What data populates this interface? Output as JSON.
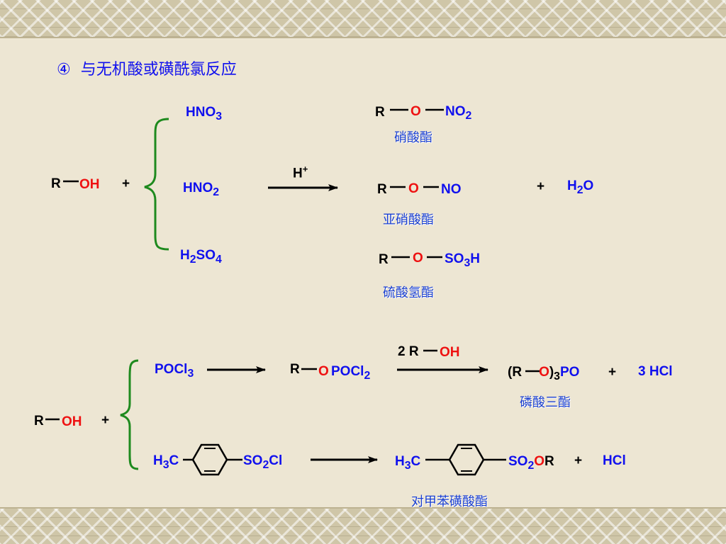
{
  "title": {
    "num": "④",
    "text": "与无机酸或磺酰氯反应"
  },
  "s1": {
    "r": "R",
    "oh": "OH",
    "plus": "+",
    "acid1": [
      "HNO",
      "3"
    ],
    "acid2": [
      "HNO",
      "2"
    ],
    "acid3": [
      "H",
      "2",
      "SO",
      "4"
    ],
    "cat": [
      "H",
      "+"
    ],
    "p1": {
      "r": "R",
      "o": "O",
      "g": [
        "NO",
        "2"
      ],
      "cap": "硝酸酯"
    },
    "p2": {
      "r": "R",
      "o": "O",
      "g": "NO",
      "cap": "亚硝酸酯"
    },
    "p3": {
      "r": "R",
      "o": "O",
      "g": [
        "SO",
        "3",
        "H"
      ],
      "cap": "硫酸氢酯"
    },
    "plus2": "+",
    "water": [
      "H",
      "2",
      "O"
    ]
  },
  "s2": {
    "r": "R",
    "oh": "OH",
    "plus": "+",
    "reag1": [
      "POCl",
      "3"
    ],
    "inter": {
      "r": "R",
      "o": "O",
      "g": [
        "POCl",
        "2"
      ]
    },
    "arrow2": {
      "n": "2",
      "r": "R",
      "oh": "OH"
    },
    "prod": {
      "a": "(R",
      "o": "O",
      "b": ")",
      "s": "3",
      "c": "PO",
      "cap": "磷酸三酯"
    },
    "plus2": "+",
    "hcl1": "3 HCl",
    "reag2": {
      "a": "H",
      "s": "3",
      "b": "C",
      "c": "SO",
      "s2": "2",
      "d": "Cl"
    },
    "prod2": {
      "a": "H",
      "s": "3",
      "b": "C",
      "c": "SO",
      "s2": "2",
      "o": "O",
      "r": "R",
      "cap": "对甲苯磺酸酯"
    },
    "plus3": "+",
    "hcl2": "HCl"
  },
  "colors": {
    "text": "#1010ee",
    "oxygen": "#ee1111",
    "brace": "#1e8a1e",
    "background": "#ede6d3"
  }
}
